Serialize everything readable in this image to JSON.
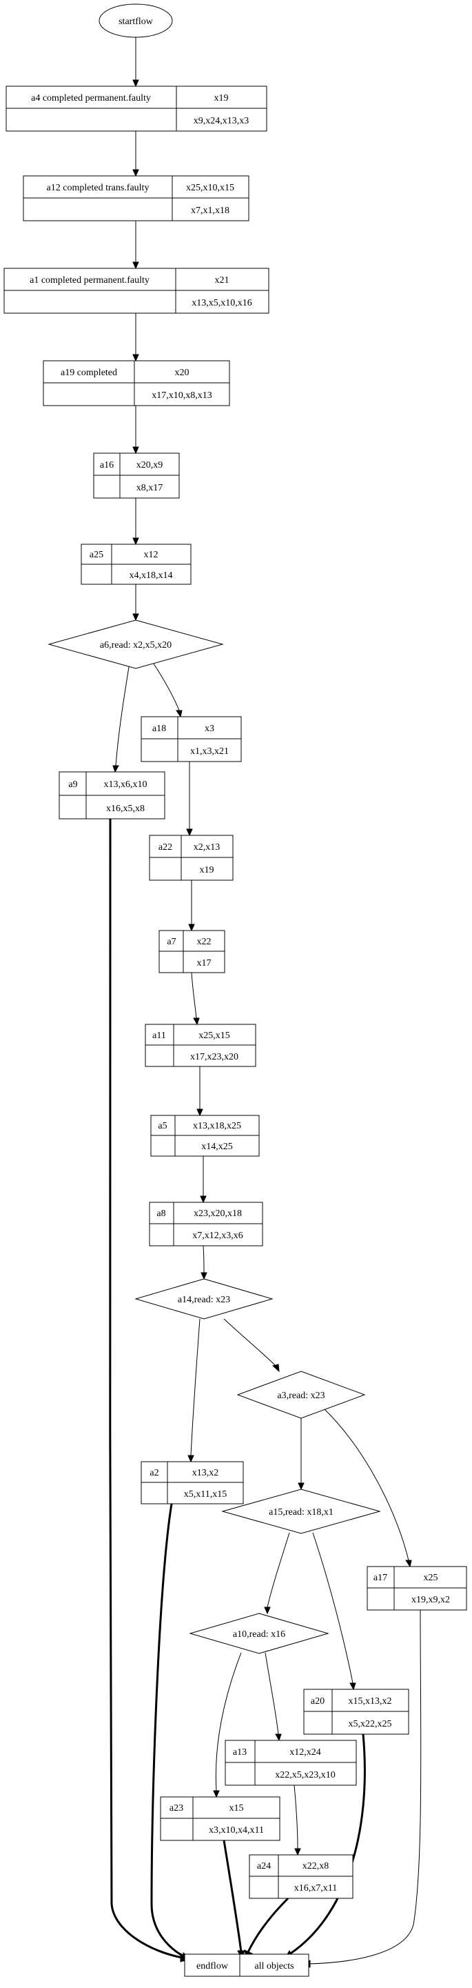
{
  "start": "startflow",
  "end": {
    "label": "endflow",
    "value": "all objects"
  },
  "nodes": {
    "a4": {
      "label": "a4 completed permanent.faulty",
      "top": "x19",
      "bottom": "x9,x24,x13,x3"
    },
    "a12": {
      "label": "a12 completed trans.faulty",
      "top": "x25,x10,x15",
      "bottom": "x7,x1,x18"
    },
    "a1": {
      "label": "a1 completed permanent.faulty",
      "top": "x21",
      "bottom": "x13,x5,x10,x16"
    },
    "a19": {
      "label": "a19 completed",
      "top": "x20",
      "bottom": "x17,x10,x8,x13"
    },
    "a16": {
      "label": "a16",
      "top": "x20,x9",
      "bottom": "x8,x17"
    },
    "a25": {
      "label": "a25",
      "top": "x12",
      "bottom": "x4,x18,x14"
    },
    "a18": {
      "label": "a18",
      "top": "x3",
      "bottom": "x1,x3,x21"
    },
    "a9": {
      "label": "a9",
      "top": "x13,x6,x10",
      "bottom": "x16,x5,x8"
    },
    "a22": {
      "label": "a22",
      "top": "x2,x13",
      "bottom": "x19"
    },
    "a7": {
      "label": "a7",
      "top": "x22",
      "bottom": "x17"
    },
    "a11": {
      "label": "a11",
      "top": "x25,x15",
      "bottom": "x17,x23,x20"
    },
    "a5": {
      "label": "a5",
      "top": "x13,x18,x25",
      "bottom": "x14,x25"
    },
    "a8": {
      "label": "a8",
      "top": "x23,x20,x18",
      "bottom": "x7,x12,x3,x6"
    },
    "a2": {
      "label": "a2",
      "top": "x13,x2",
      "bottom": "x5,x11,x15"
    },
    "a17": {
      "label": "a17",
      "top": "x25",
      "bottom": "x19,x9,x2"
    },
    "a20": {
      "label": "a20",
      "top": "x15,x13,x2",
      "bottom": "x5,x22,x25"
    },
    "a13": {
      "label": "a13",
      "top": "x12,x24",
      "bottom": "x22,x5,x23,x10"
    },
    "a23": {
      "label": "a23",
      "top": "x15",
      "bottom": "x3,x10,x4,x11"
    },
    "a24": {
      "label": "a24",
      "top": "x22,x8",
      "bottom": "x16,x7,x11"
    }
  },
  "decisions": {
    "a6": "a6,read: x2,x5,x20",
    "a14": "a14,read: x23",
    "a3": "a3,read: x23",
    "a15": "a15,read: x18,x1",
    "a10": "a10,read: x16"
  }
}
